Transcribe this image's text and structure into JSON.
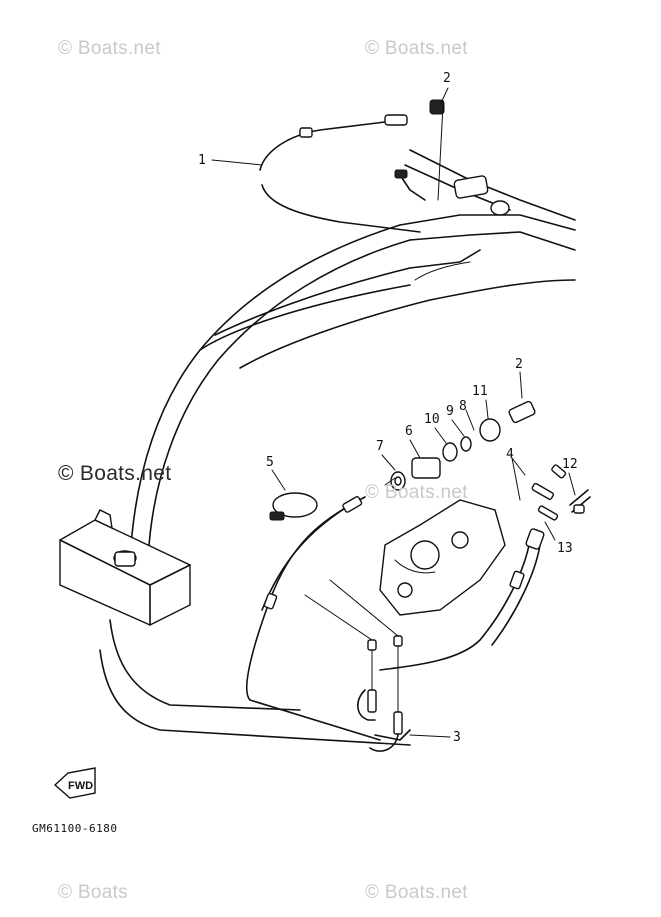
{
  "watermarks": {
    "top_left": "© Boats.net",
    "top_right": "© Boats.net",
    "middle_left": "© Boats.net",
    "middle_faint": "© Boats.net",
    "bottom_left": "© Boats",
    "bottom_right": "© Boats.net"
  },
  "callouts": {
    "c1": "1",
    "c2_top": "2",
    "c2_mid": "2",
    "c3": "3",
    "c4": "4",
    "c5": "5",
    "c6": "6",
    "c7": "7",
    "c8": "8",
    "c9": "9",
    "c10": "10",
    "c11": "11",
    "c12": "12",
    "c13": "13"
  },
  "fwd_label": "FWD",
  "drawing_code": "GM61100-6180"
}
